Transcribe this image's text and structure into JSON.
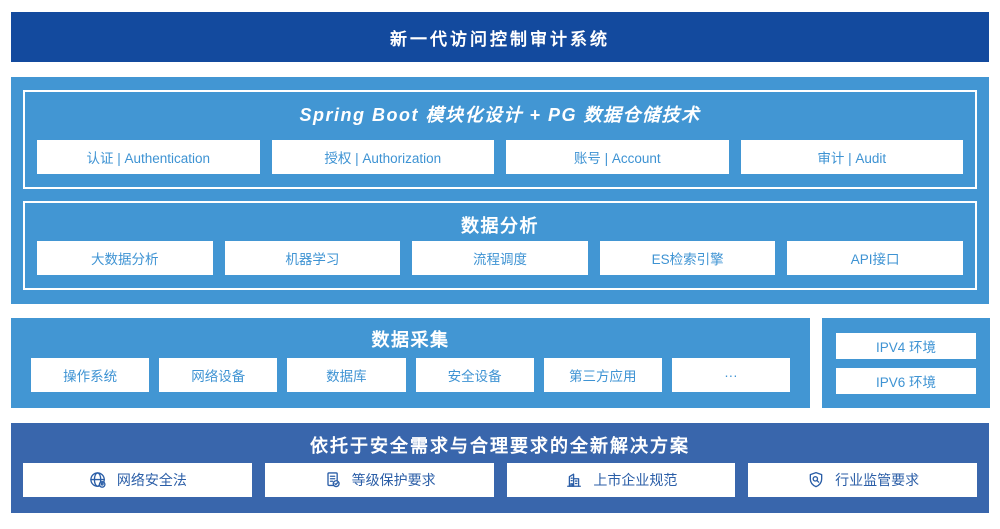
{
  "page": {
    "title": "新一代访问控制审计系统"
  },
  "platform": {
    "modules_section": {
      "title": "Spring Boot 模块化设计 + PG 数据仓储技术",
      "items": [
        "认证 | Authentication",
        "授权 | Authorization",
        "账号 | Account",
        "审计 | Audit"
      ]
    },
    "analysis_section": {
      "title": "数据分析",
      "items": [
        "大数据分析",
        "机器学习",
        "流程调度",
        "ES检索引擎",
        "API接口"
      ]
    }
  },
  "collection_section": {
    "title": "数据采集",
    "items": [
      "操作系统",
      "网络设备",
      "数据库",
      "安全设备",
      "第三方应用",
      "···"
    ]
  },
  "network_env": {
    "items": [
      "IPV4 环境",
      "IPV6 环境"
    ]
  },
  "solution_section": {
    "title": "依托于安全需求与合理要求的全新解决方案",
    "items": [
      {
        "icon": "globe-location-icon",
        "label": "网络安全法"
      },
      {
        "icon": "document-check-icon",
        "label": "等级保护要求"
      },
      {
        "icon": "building-icon",
        "label": "上市企业规范"
      },
      {
        "icon": "shield-search-icon",
        "label": "行业监管要求"
      }
    ]
  },
  "colors": {
    "banner_blue": "#134A9E",
    "light_blue": "#4296D3",
    "solution_blue": "#3966AC",
    "box_text_blue": "#3E93D3",
    "solution_text_blue": "#2B5EA7"
  }
}
